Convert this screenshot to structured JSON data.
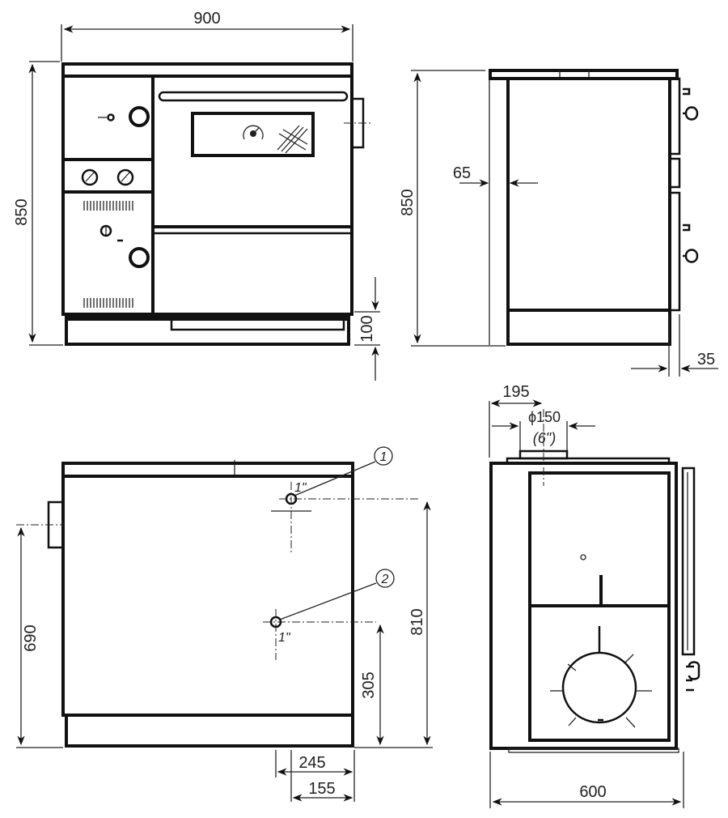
{
  "diagram": {
    "subject": "Wood-fired cooking stove / boiler - dimension drawing (mm)",
    "views": {
      "front": {
        "width_label": "900",
        "height_label": "850",
        "plinth_label": "100"
      },
      "side_right": {
        "height_label": "850",
        "offset_label": "65",
        "depth_offset_label": "35"
      },
      "rear": {
        "left_height_label": "690",
        "right_height_label": "810",
        "mid_height_label": "305",
        "horiz_label_1": "245",
        "horiz_label_2": "155",
        "connection_1": {
          "marker": "1",
          "size": "1\""
        },
        "connection_2": {
          "marker": "2",
          "size": "1\""
        }
      },
      "side_left": {
        "flue_offset_label": "195",
        "flue_diameter_label": "ϕ150",
        "flue_diameter_inch_label": "(6\")",
        "depth_label": "600"
      }
    }
  }
}
